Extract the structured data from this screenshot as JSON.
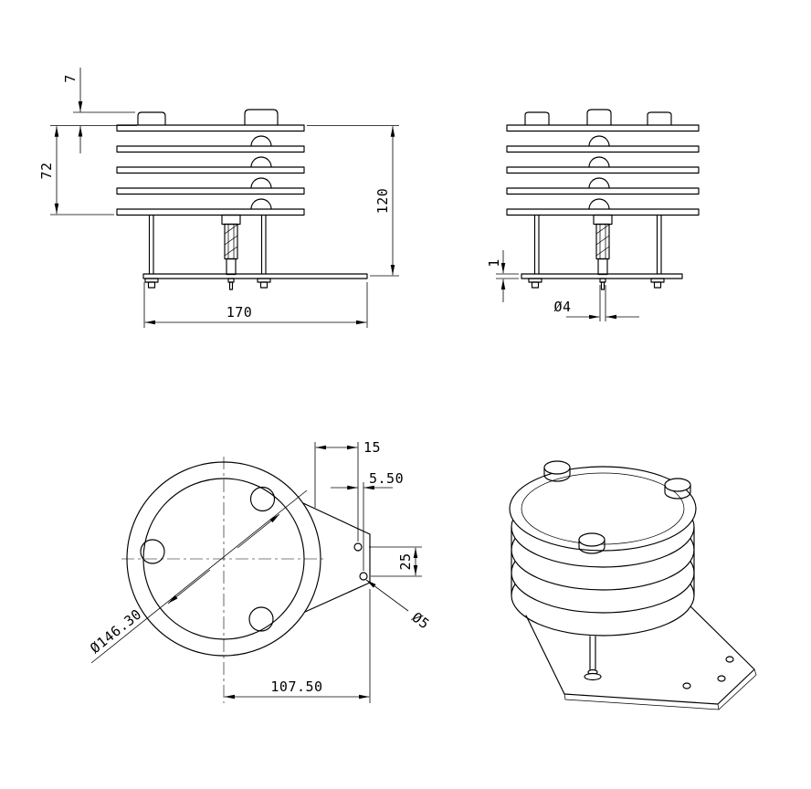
{
  "drawing": {
    "background": "#ffffff",
    "line_color": "#000000",
    "dimensions": {
      "front": {
        "cap_height": "7",
        "louver_stack_height": "72",
        "overall_height": "120",
        "base_length": "170"
      },
      "side": {
        "base_plate_thickness": "1",
        "bolt_diameter": "Ø4"
      },
      "bottom": {
        "tab_edge_offset": "15",
        "hole_edge_offset": "5.50",
        "hole_spacing": "25",
        "tab_hole_diameter": "Ø5",
        "bolt_circle_diameter": "Ø146.30",
        "tab_length": "107.50"
      }
    }
  }
}
